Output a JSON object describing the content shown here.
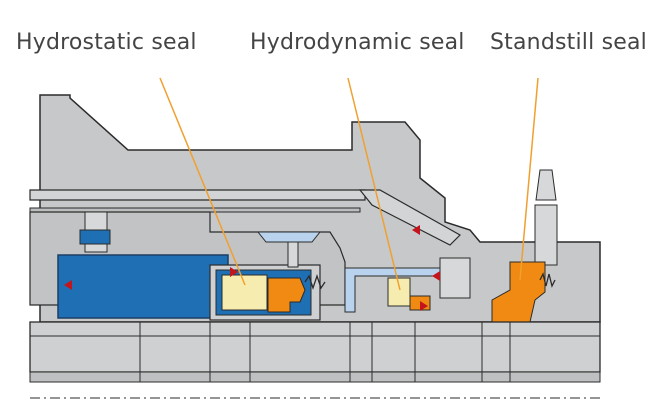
{
  "labels": {
    "hydrostatic": "Hydrostatic seal",
    "hydrodynamic": "Hydrodynamic seal",
    "standstill": "Standstill seal"
  },
  "colors": {
    "housing": "#c7c8ca",
    "outline": "#2b2b2b",
    "hydraulic_blue": "#1f6fb5",
    "light_blue": "#b9d3ee",
    "seal_yellow": "#f7ecb0",
    "seal_orange": "#f08a12",
    "leader_orange": "#f0a030",
    "arrow_red": "#c4141c"
  }
}
